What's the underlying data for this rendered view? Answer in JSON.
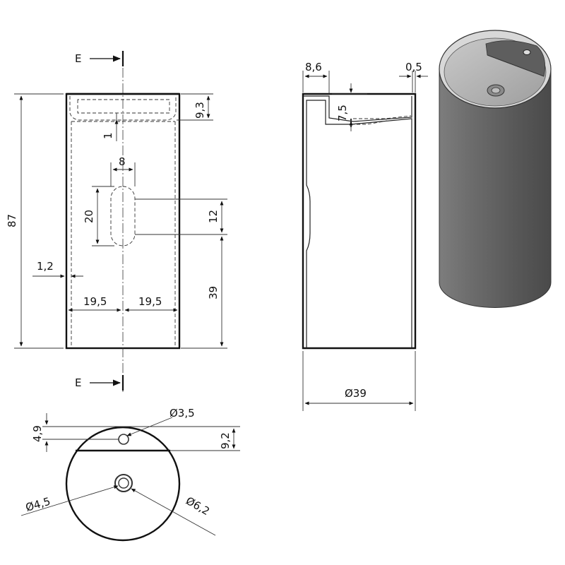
{
  "section_marker": "E",
  "front_view": {
    "height": "87",
    "top_depth": "9,3",
    "bottom_gap": "1",
    "slot_width": "8",
    "slot_height": "20",
    "slot_offset": "12",
    "slot_bottom": "39",
    "wall": "1,2",
    "half_left": "19,5",
    "half_right": "19,5"
  },
  "section_view": {
    "shelf_width": "8,6",
    "rim": "0,5",
    "basin_depth": "7,5",
    "diameter": "Ø39"
  },
  "top_view": {
    "tap_offset": "4,9",
    "tap_hole": "Ø3,5",
    "shelf_depth": "9,2",
    "drain_inner": "Ø4,5",
    "drain_outer": "Ø6,2"
  },
  "colors": {
    "line": "#222222",
    "body_dark": "#6a6a6a",
    "body_light": "#9a9a9a"
  }
}
